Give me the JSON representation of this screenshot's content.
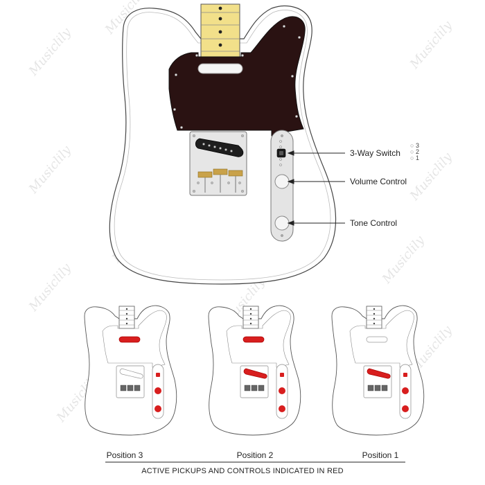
{
  "callouts": {
    "switch": "3-Way Switch",
    "volume": "Volume Control",
    "tone": "Tone Control"
  },
  "switch_positions": [
    "3",
    "2",
    "1"
  ],
  "positions": [
    {
      "label": "Position 3",
      "neck_active": true,
      "bridge_active": false
    },
    {
      "label": "Position 2",
      "neck_active": true,
      "bridge_active": true
    },
    {
      "label": "Position 1",
      "neck_active": false,
      "bridge_active": true
    }
  ],
  "footer_note": "ACTIVE PICKUPS AND CONTROLS INDICATED IN RED",
  "watermark": "Musiclily",
  "colors": {
    "active": "#d81e1e",
    "pickguard": "#2a1212",
    "maple": "#f2e08a",
    "body_stroke": "#444444"
  }
}
